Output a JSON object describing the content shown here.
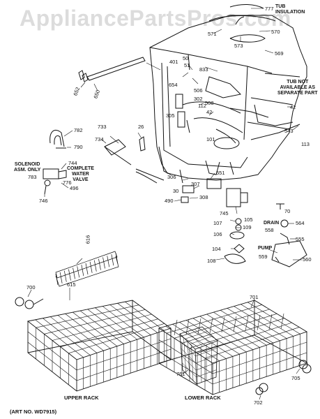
{
  "watermark": "AppliancePartsPros.com",
  "notes": {
    "tub_insulation": [
      "TUB",
      "INSULATION"
    ],
    "tub_not_available": [
      "TUB NOT",
      "AVAILABLE AS",
      "SEPARATE PART"
    ],
    "solenoid_asm": [
      "SOLENOID",
      "ASM. ONLY"
    ],
    "complete_water_valve": [
      "COMPLETE",
      "WATER",
      "VALVE"
    ],
    "drain": "DRAIN",
    "pump": "PUMP"
  },
  "captions": {
    "upper_rack": "UPPER RACK",
    "lower_rack": "LOWER RACK",
    "art_no": "(ART NO. WD7915)"
  },
  "part_labels": [
    {
      "id": "777",
      "text": "777"
    },
    {
      "id": "571",
      "text": "571"
    },
    {
      "id": "573",
      "text": "573"
    },
    {
      "id": "570",
      "text": "570"
    },
    {
      "id": "569",
      "text": "569"
    },
    {
      "id": "652",
      "text": "652"
    },
    {
      "id": "650",
      "text": "650"
    },
    {
      "id": "50",
      "text": "50"
    },
    {
      "id": "51",
      "text": "51"
    },
    {
      "id": "833",
      "text": "833"
    },
    {
      "id": "401",
      "text": "401"
    },
    {
      "id": "654",
      "text": "654"
    },
    {
      "id": "506",
      "text": "506"
    },
    {
      "id": "302",
      "text": "302"
    },
    {
      "id": "305",
      "text": "305"
    },
    {
      "id": "112",
      "text": "112"
    },
    {
      "id": "508",
      "text": "508"
    },
    {
      "id": "42a",
      "text": "42"
    },
    {
      "id": "42b",
      "text": "42"
    },
    {
      "id": "543",
      "text": "543"
    },
    {
      "id": "113",
      "text": "113"
    },
    {
      "id": "782",
      "text": "782"
    },
    {
      "id": "790",
      "text": "790"
    },
    {
      "id": "733",
      "text": "733"
    },
    {
      "id": "26",
      "text": "26"
    },
    {
      "id": "734",
      "text": "734"
    },
    {
      "id": "101",
      "text": "101"
    },
    {
      "id": "744",
      "text": "744"
    },
    {
      "id": "783",
      "text": "783"
    },
    {
      "id": "776",
      "text": "776"
    },
    {
      "id": "496",
      "text": "496"
    },
    {
      "id": "746",
      "text": "746"
    },
    {
      "id": "306",
      "text": "306"
    },
    {
      "id": "307",
      "text": "307"
    },
    {
      "id": "551",
      "text": "551"
    },
    {
      "id": "30",
      "text": "30"
    },
    {
      "id": "308",
      "text": "308"
    },
    {
      "id": "490",
      "text": "490"
    },
    {
      "id": "745",
      "text": "745"
    },
    {
      "id": "70",
      "text": "70"
    },
    {
      "id": "107",
      "text": "107"
    },
    {
      "id": "105",
      "text": "105"
    },
    {
      "id": "109",
      "text": "109"
    },
    {
      "id": "106",
      "text": "106"
    },
    {
      "id": "104",
      "text": "104"
    },
    {
      "id": "108",
      "text": "108"
    },
    {
      "id": "558",
      "text": "558"
    },
    {
      "id": "564",
      "text": "564"
    },
    {
      "id": "555",
      "text": "555"
    },
    {
      "id": "559",
      "text": "559"
    },
    {
      "id": "560",
      "text": "560"
    },
    {
      "id": "616",
      "text": "616"
    },
    {
      "id": "700",
      "text": "700"
    },
    {
      "id": "615",
      "text": "615"
    },
    {
      "id": "701",
      "text": "701"
    },
    {
      "id": "761",
      "text": "761"
    },
    {
      "id": "705",
      "text": "705"
    },
    {
      "id": "702",
      "text": "702"
    }
  ],
  "colors": {
    "ink": "#111111",
    "watermark": "#dcdcdc",
    "background": "#ffffff"
  }
}
